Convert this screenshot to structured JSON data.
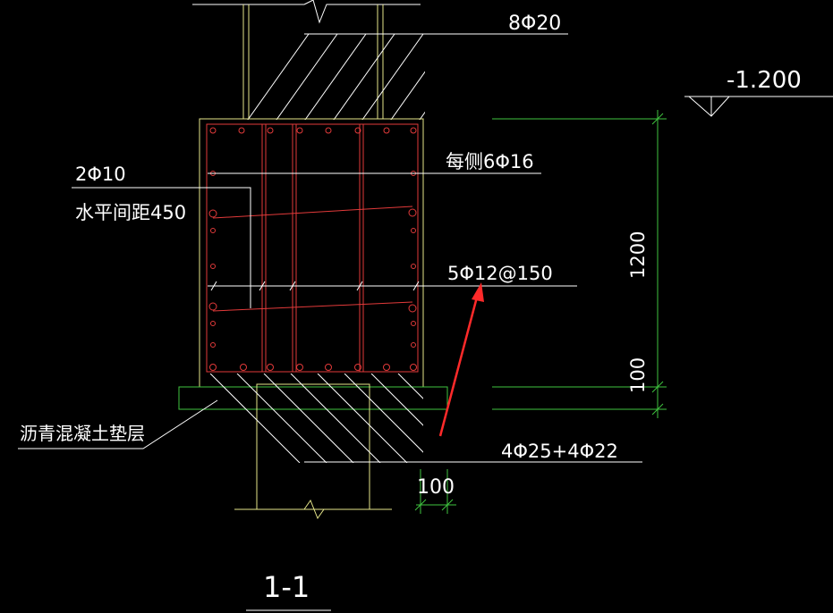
{
  "drawing": {
    "section_title": "1-1",
    "elevation_mark": "-1.200",
    "labels": {
      "top_bars": "8Φ20",
      "side_bars": "每侧6Φ16",
      "tie_bars_count": "2Φ10",
      "tie_bars_spacing": "水平间距450",
      "stirrups": "5Φ12@150",
      "bottom_bars": "4Φ25+4Φ22",
      "cushion_layer": "沥青混凝土垫层"
    },
    "dimensions": {
      "beam_height": "1200",
      "cushion_thickness": "100",
      "cushion_overhang": "100"
    },
    "colors": {
      "background": "#000000",
      "outline": "#e6e68a",
      "rebar": "#e23a3a",
      "dimension": "#3fc43f",
      "annotation": "#ffffff",
      "arrow": "#ff2a2a"
    }
  }
}
